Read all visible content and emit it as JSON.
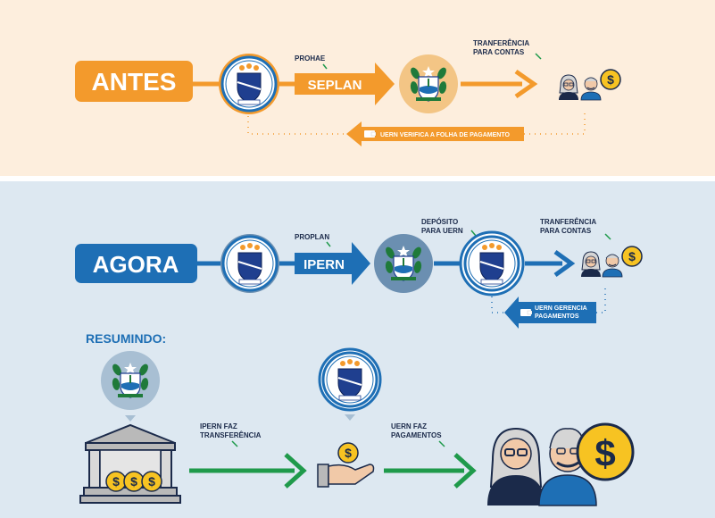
{
  "antes": {
    "badge": "ANTES",
    "label_top": "PROHAE",
    "arrow_label": "SEPLAN",
    "transfer_line1": "TRANFERÊNCIA",
    "transfer_line2": "PARA CONTAS",
    "return_label": "UERN VERIFICA A FOLHA DE PAGAMENTO"
  },
  "agora": {
    "badge": "AGORA",
    "label_top": "PROPLAN",
    "arrow_label": "IPERN",
    "deposit_line1": "DEPÓSITO",
    "deposit_line2": "PARA UERN",
    "transfer_line1": "TRANFERÊNCIA",
    "transfer_line2": "PARA CONTAS",
    "return_line1": "UERN GERENCIA",
    "return_line2": "PAGAMENTOS"
  },
  "resumindo": {
    "heading": "RESUMINDO:",
    "step1_line1": "IPERN FAZ",
    "step1_line2": "TRANSFERÊNCIA",
    "step2_line1": "UERN FAZ",
    "step2_line2": "PAGAMENTOS"
  },
  "colors": {
    "antes_bg": "#fdeedd",
    "agora_bg": "#dde8f1",
    "orange": "#f39a2c",
    "blue": "#1e6fb5",
    "green": "#1f9a4b",
    "navy": "#1b2a4a"
  },
  "icons": [
    "uern-seal-icon",
    "rn-state-crest-icon",
    "people-icon",
    "money-icon",
    "bank-icon",
    "hand-coin-icon",
    "wallet-icon"
  ]
}
